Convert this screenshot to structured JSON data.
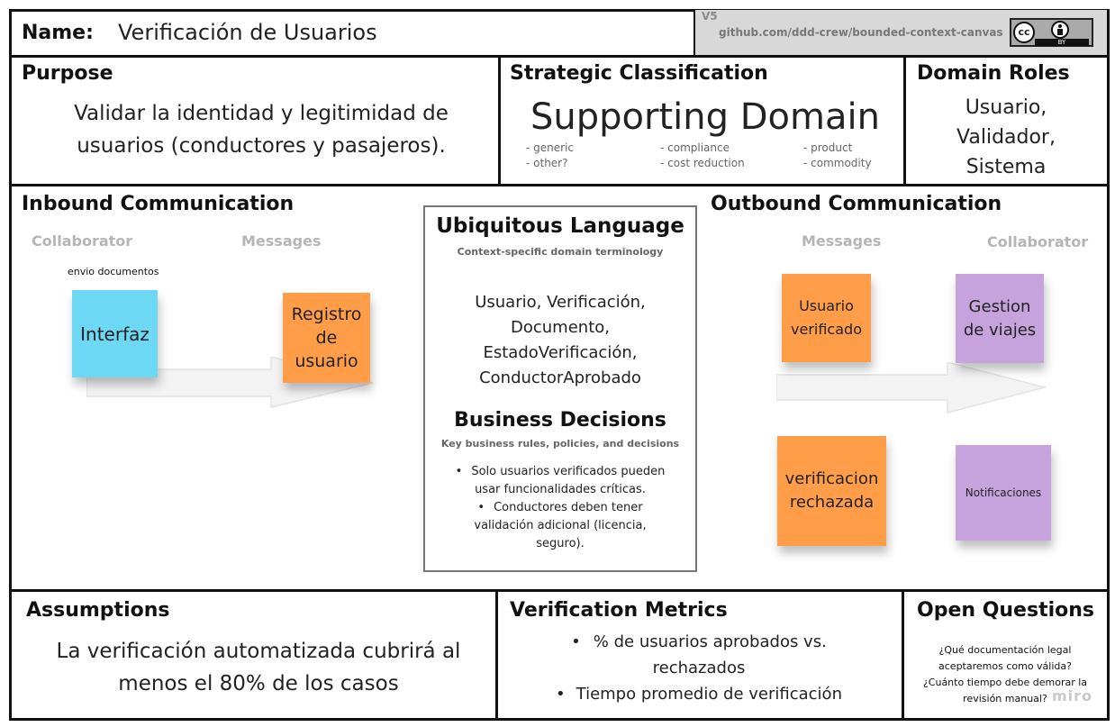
{
  "header": {
    "name_label": "Name:",
    "name_value": "Verificación de Usuarios",
    "version": "V5",
    "source": "github.com/ddd-crew/bounded-context-canvas",
    "license_cc": "cc",
    "license_by": "BY"
  },
  "purpose": {
    "title": "Purpose",
    "lines": [
      "Validar la identidad y legitimidad de",
      "usuarios (conductores y pasajeros)."
    ]
  },
  "strategic": {
    "title": "Strategic Classification",
    "value": "Supporting Domain",
    "options": {
      "col1": [
        "- generic",
        "- other?"
      ],
      "col2": [
        "- compliance",
        "- cost reduction"
      ],
      "col3": [
        "- product",
        "- commodity"
      ]
    }
  },
  "domain_roles": {
    "title": "Domain Roles",
    "lines": [
      "Usuario,",
      "Validador,",
      "Sistema"
    ]
  },
  "inbound": {
    "title": "Inbound Communication",
    "collaborator_label": "Collaborator",
    "messages_label": "Messages",
    "note": "envio documentos",
    "collaborator": "Interfaz",
    "message_lines": [
      "Registro",
      "de",
      "usuario"
    ]
  },
  "ubiquitous": {
    "title": "Ubiquitous Language",
    "subtitle": "Context-specific domain terminology",
    "lines": [
      "Usuario, Verificación,",
      "Documento,",
      "EstadoVerificación,",
      "ConductorAprobado"
    ]
  },
  "business": {
    "title": "Business Decisions",
    "subtitle": "Key business rules, policies, and decisions",
    "items": [
      {
        "lines": [
          "Solo usuarios verificados pueden",
          "usar funcionalidades críticas."
        ]
      },
      {
        "lines": [
          "Conductores deben tener",
          "validación adicional (licencia,",
          "seguro)."
        ]
      }
    ],
    "bullet": "•"
  },
  "outbound": {
    "title": "Outbound Communication",
    "messages_label": "Messages",
    "collaborator_label": "Collaborator",
    "message1_lines": [
      "Usuario",
      "verificado"
    ],
    "collaborator1_lines": [
      "Gestion",
      "de viajes"
    ],
    "message2_lines": [
      "verificacion",
      "rechazada"
    ],
    "collaborator2": "Notificaciones"
  },
  "assumptions": {
    "title": "Assumptions",
    "lines": [
      "La verificación automatizada cubrirá al",
      "menos el 80% de los casos"
    ]
  },
  "metrics": {
    "title": "Verification Metrics",
    "bullet": "•",
    "item1_lines": [
      "% de usuarios aprobados vs.",
      "rechazados"
    ],
    "item2": "Tiempo promedio de verificación"
  },
  "open_questions": {
    "title": "Open Questions",
    "lines": [
      "¿Qué documentación legal",
      "aceptaremos como válida?",
      "¿Cuánto tiempo debe demorar la",
      "revisión manual?"
    ],
    "watermark": "miro"
  },
  "colors": {
    "orange": "#ff9d48",
    "blue": "#6cd8f4",
    "purple": "#c6a3dc"
  }
}
